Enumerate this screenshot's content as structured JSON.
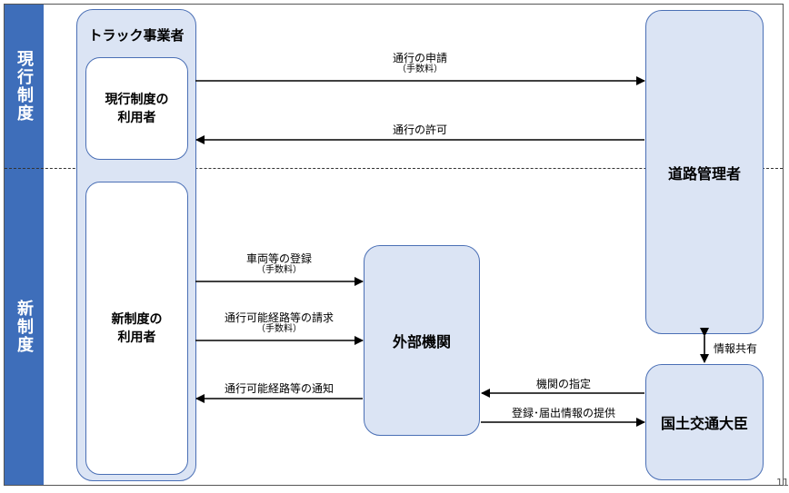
{
  "sidebar": {
    "current_label": "現行制度",
    "new_label": "新制度",
    "color": "#3e6eba"
  },
  "group": {
    "title": "トラック事業者"
  },
  "boxes": {
    "current_user": "現行制度の\n利用者",
    "new_user": "新制度の\n利用者",
    "road_admin": "道路管理者",
    "external_org": "外部機関",
    "minister": "国土交通大臣"
  },
  "arrows": {
    "apply": {
      "label": "通行の申請",
      "sub": "（手数料）"
    },
    "permit": {
      "label": "通行の許可"
    },
    "register": {
      "label": "車両等の登録",
      "sub": "（手数料）"
    },
    "route_request": {
      "label": "通行可能経路等の請求",
      "sub": "（手数料）"
    },
    "route_notice": {
      "label": "通行可能経路等の通知"
    },
    "designation": {
      "label": "機関の指定"
    },
    "provide": {
      "label": "登録･届出情報の提供"
    },
    "share": {
      "label": "情報共有"
    }
  },
  "page_number": "11"
}
